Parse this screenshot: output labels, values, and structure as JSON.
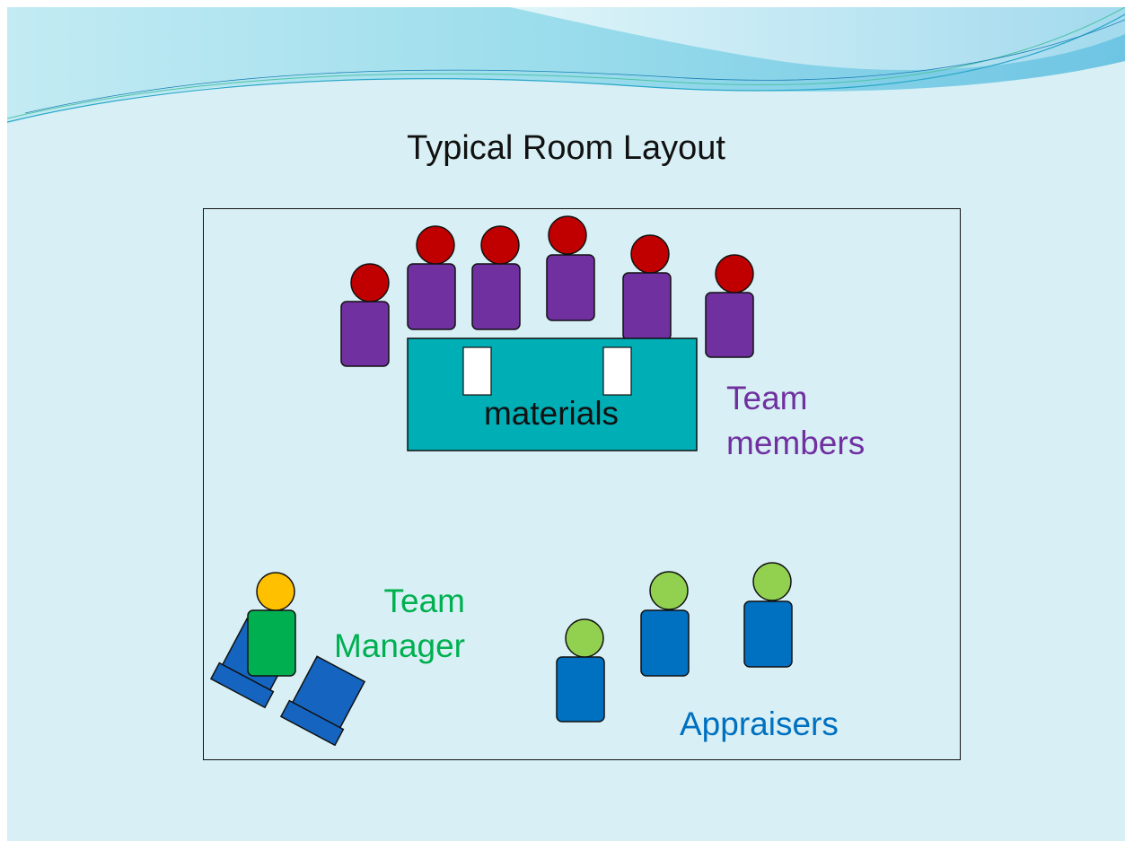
{
  "title": "Typical Room Layout",
  "table": {
    "label": "materials",
    "color": "#00aeb5"
  },
  "labels": {
    "team_members": [
      "Team",
      "members"
    ],
    "team_manager": [
      "Team",
      "Manager"
    ],
    "appraisers": "Appraisers"
  },
  "colors": {
    "background": "#d8f0f5",
    "team_member_body": "#7030a0",
    "team_member_head": "#c00000",
    "manager_body": "#00b050",
    "manager_head": "#ffc000",
    "appraiser_body": "#0070c0",
    "appraiser_head": "#92d050",
    "chair": "#1565c0",
    "team_members_text": "#7030a0",
    "team_manager_text": "#00b050",
    "appraisers_text": "#0070c0"
  },
  "counts": {
    "team_members": 6,
    "appraisers": 3,
    "materials_sheets": 2,
    "chairs": 2
  }
}
